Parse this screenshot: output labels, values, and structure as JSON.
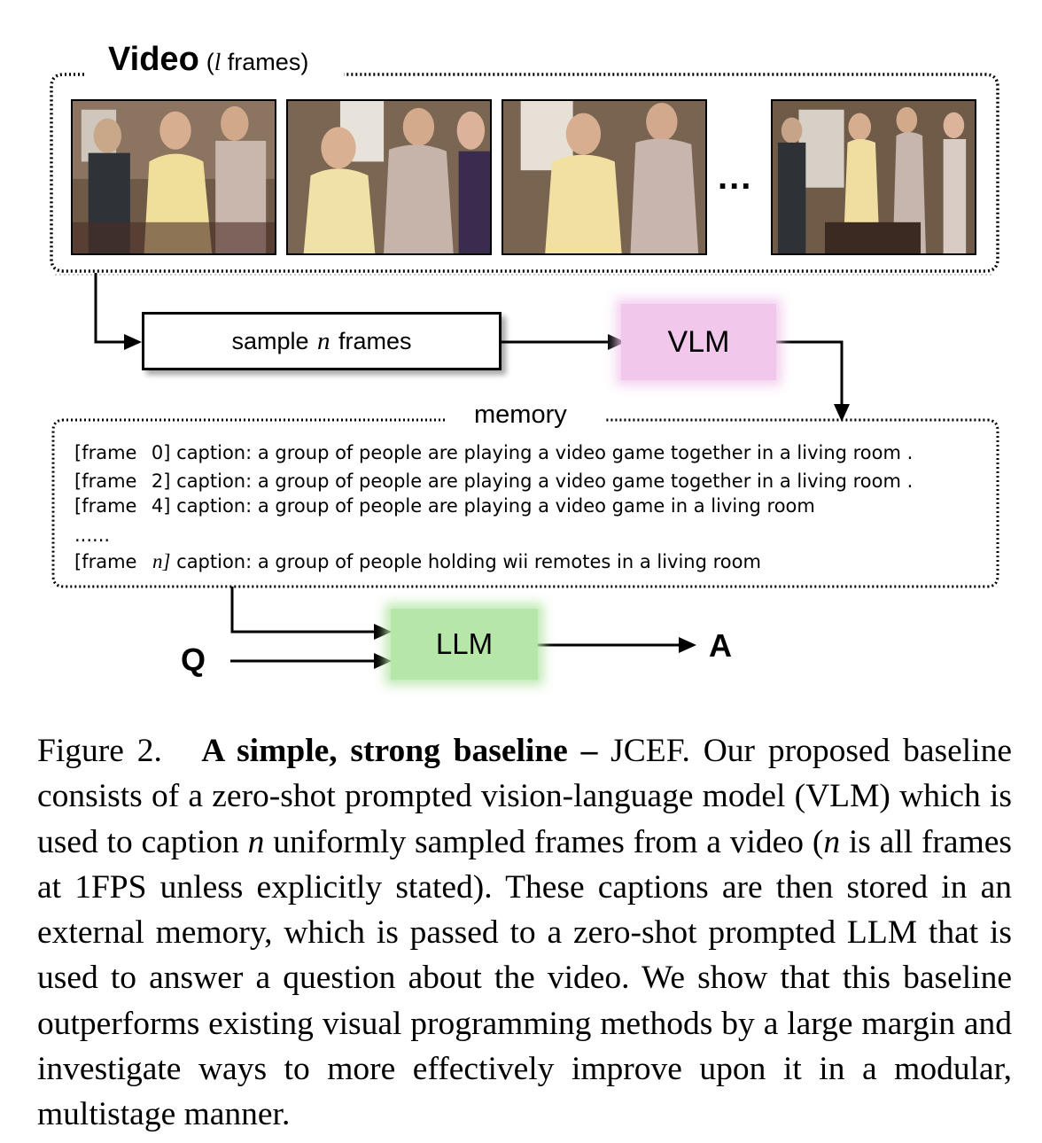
{
  "video": {
    "title": "Video",
    "subtitle_open": "(",
    "subtitle_var": "l",
    "subtitle_close": " frames)",
    "ellipsis": "..."
  },
  "sample": {
    "prefix": "sample ",
    "var": "n",
    "suffix": " frames"
  },
  "vlm": {
    "label": "VLM"
  },
  "memory": {
    "label": "memory",
    "lines": [
      {
        "prefix": "[frame",
        "num": "0]",
        "text": " caption: a group of people are playing a video game together in a living room ."
      },
      {
        "prefix": "[frame",
        "num": "2]",
        "text": " caption: a group of people are playing a video game together in a living room ."
      },
      {
        "prefix": "[frame",
        "num": "4]",
        "text": " caption: a group of people are playing a video game in a living room"
      },
      {
        "prefix": "......",
        "num": "",
        "text": ""
      },
      {
        "prefix": "[frame",
        "num": "n]",
        "text": " caption: a group of people holding wii remotes in a living room"
      }
    ]
  },
  "llm": {
    "label": "LLM"
  },
  "question": {
    "label": "Q"
  },
  "answer": {
    "label": "A"
  },
  "caption": {
    "fig_label": "Figure 2.",
    "bold_title": "A simple, strong baseline –",
    "text_1": " JCEF. Our proposed baseline consists of a zero-shot prompted vision-language model (VLM) which is used to caption ",
    "var_1": "n",
    "text_2": " uniformly sampled frames from a video (",
    "var_2": "n",
    "text_3": " is all frames at 1FPS unless explicitly stated). These captions are then stored in an external memory, which is passed to a zero-shot prompted LLM that is used to answer a question about the video. We show that this baseline outperforms existing visual programming methods by a large margin and investigate ways to more effectively improve upon it in a modular, multistage manner."
  },
  "colors": {
    "vlm_fill": "#f1c8ec",
    "llm_fill": "#b7e6a9"
  }
}
